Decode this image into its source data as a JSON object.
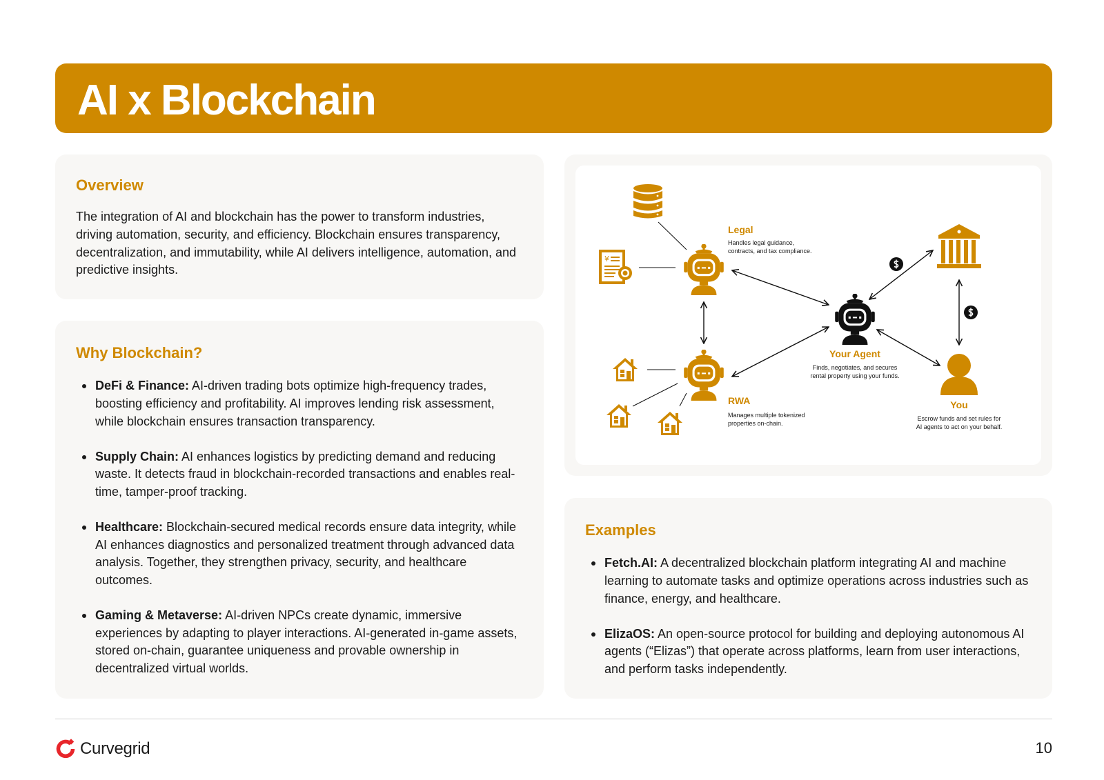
{
  "header": {
    "title": "AI x Blockchain"
  },
  "overview": {
    "heading": "Overview",
    "text": "The integration of AI and blockchain has the power to transform industries, driving automation, security, and efficiency. Blockchain ensures transparency, decentralization, and immutability, while AI delivers intelligence, automation, and predictive insights."
  },
  "why": {
    "heading": "Why Blockchain?",
    "items": [
      {
        "label": "DeFi & Finance:",
        "text": " AI-driven trading bots optimize high-frequency trades, boosting efficiency and profitability. AI improves lending risk assessment, while blockchain ensures transaction transparency."
      },
      {
        "label": "Supply Chain:",
        "text": " AI enhances logistics by predicting demand and reducing waste. It detects fraud in blockchain-recorded transactions and enables real-time, tamper-proof tracking."
      },
      {
        "label": "Healthcare:",
        "text": " Blockchain-secured medical records ensure data integrity, while AI enhances diagnostics and personalized treatment through advanced data analysis. Together, they strengthen privacy, security, and healthcare outcomes."
      },
      {
        "label": "Gaming & Metaverse:",
        "text": " AI-driven NPCs create dynamic, immersive experiences by adapting to player interactions. AI-generated in-game assets, stored on-chain, guarantee uniqueness and provable ownership in decentralized virtual worlds."
      }
    ]
  },
  "diagram": {
    "legal": {
      "title": "Legal",
      "desc_line1": "Handles legal guidance,",
      "desc_line2": "contracts, and tax compliance."
    },
    "agent": {
      "title": "Your Agent",
      "desc_line1": "Finds, negotiates, and secures",
      "desc_line2": "rental property using your funds."
    },
    "rwa": {
      "title": "RWA",
      "desc_line1": "Manages multiple tokenized",
      "desc_line2": "properties on-chain."
    },
    "you": {
      "title": "You",
      "desc_line1": "Escrow funds and set rules for",
      "desc_line2": "AI agents to act on your behalf."
    },
    "colors": {
      "accent": "#CF8900",
      "dark": "#111111"
    },
    "icons": [
      "database-icon",
      "contract-icon",
      "robot-icon",
      "bank-icon",
      "dollar-coin-icon",
      "house-icon",
      "user-icon"
    ]
  },
  "examples": {
    "heading": "Examples",
    "items": [
      {
        "label": "Fetch.AI:",
        "text": " A decentralized blockchain platform integrating AI and machine learning to automate tasks and optimize operations across industries such as finance, energy, and healthcare."
      },
      {
        "label": "ElizaOS:",
        "text": " An open-source protocol for building and deploying autonomous AI agents (“Elizas”) that operate across platforms, learn from user interactions, and perform tasks independently."
      }
    ]
  },
  "footer": {
    "brand": "Curvegrid",
    "page_number": "10"
  },
  "colors": {
    "accent": "#CF8900",
    "card_bg": "#F8F7F5",
    "logo_red": "#E8262B"
  }
}
